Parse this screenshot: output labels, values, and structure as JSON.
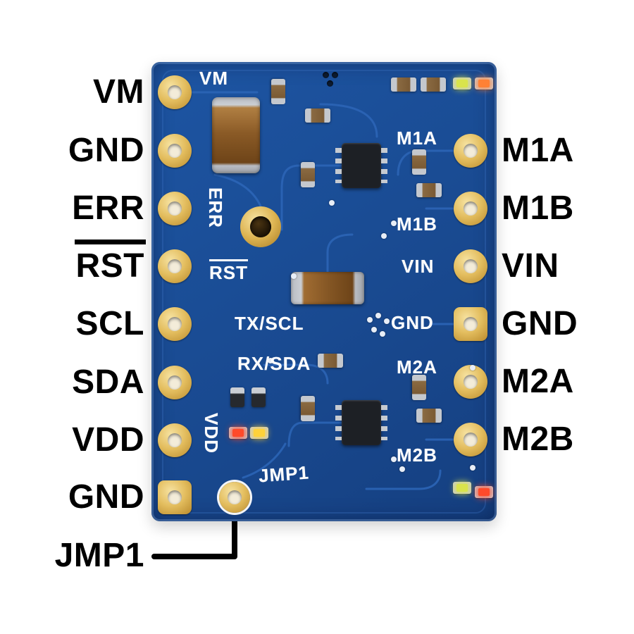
{
  "annotation": {
    "left_pins": [
      {
        "label": "VM",
        "overline": false
      },
      {
        "label": "GND",
        "overline": false
      },
      {
        "label": "ERR",
        "overline": false
      },
      {
        "label": "RST",
        "overline": true
      },
      {
        "label": "SCL",
        "overline": false
      },
      {
        "label": "SDA",
        "overline": false
      },
      {
        "label": "VDD",
        "overline": false
      },
      {
        "label": "GND",
        "overline": false
      },
      {
        "label": "JMP1",
        "overline": false
      }
    ],
    "right_pins": [
      {
        "label": "M1A"
      },
      {
        "label": "M1B"
      },
      {
        "label": "VIN"
      },
      {
        "label": "GND"
      },
      {
        "label": "M2A"
      },
      {
        "label": "M2B"
      }
    ]
  },
  "board": {
    "silkscreen": {
      "vm": "VM",
      "err": "ERR",
      "rst": "RST",
      "tx_scl": "TX/SCL",
      "rx_sda": "RX/SDA",
      "vdd": "VDD",
      "jmp1": "JMP1",
      "m1a": "M1A",
      "m1b": "M1B",
      "vin": "VIN",
      "gnd": "GND",
      "m2a": "M2A",
      "m2b": "M2B"
    },
    "colors": {
      "soldermask_blue": "#1b4f9a",
      "pad_gold": "#e3bd5e",
      "silkscreen_white": "#ffffff",
      "led_green_yellow": "#d9e44c",
      "led_orange": "#ff8135",
      "led_red": "#ff4a2a",
      "led_yellow": "#ffd23a"
    }
  }
}
